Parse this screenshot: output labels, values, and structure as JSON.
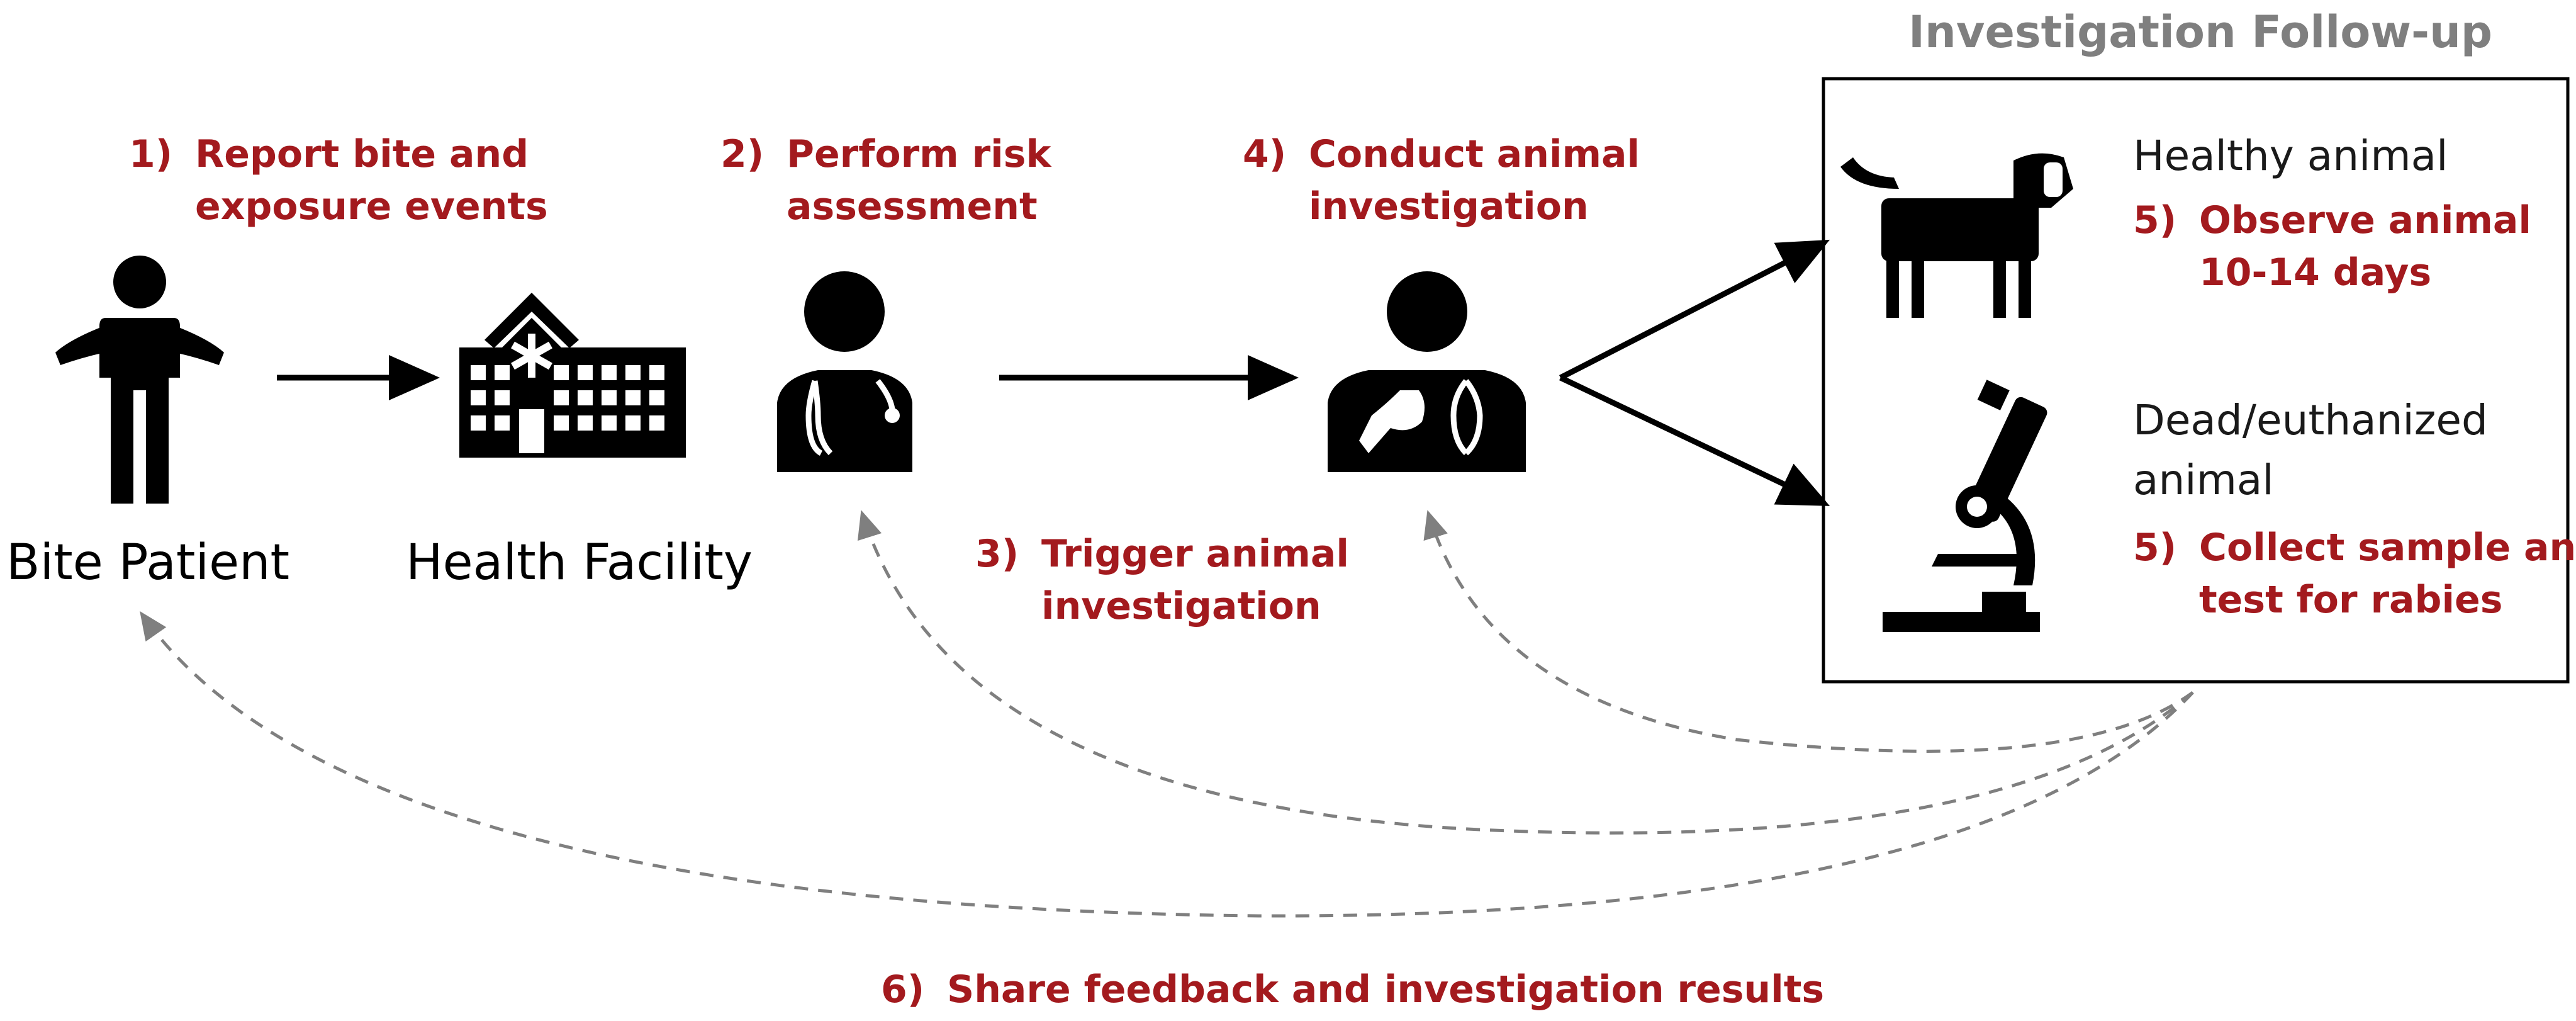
{
  "steps": {
    "s1_num": "1)",
    "s1_l1": "Report bite and",
    "s1_l2": "exposure events",
    "s2_num": "2)",
    "s2_l1": "Perform risk",
    "s2_l2": "assessment",
    "s3_num": "3)",
    "s3_l1": "Trigger animal",
    "s3_l2": "investigation",
    "s4_num": "4)",
    "s4_l1": "Conduct animal",
    "s4_l2": "investigation",
    "s6_num": "6)",
    "s6_l1": "Share feedback and investigation results"
  },
  "actors": {
    "bite_patient": "Bite Patient",
    "health_facility": "Health Facility"
  },
  "followup": {
    "title": "Investigation Follow-up",
    "healthy_label": "Healthy animal",
    "healthy_num": "5)",
    "healthy_l1": "Observe animal",
    "healthy_l2": "10-14 days",
    "dead_l1": "Dead/euthanized",
    "dead_l2": "animal",
    "dead_num": "5)",
    "dead_s1": "Collect sample and",
    "dead_s2": "test for rabies"
  },
  "colors": {
    "step_text": "#a31a1e",
    "icon": "#000000",
    "dashed_arrow": "#7f7f7f",
    "box_title": "#7f7f7f"
  }
}
